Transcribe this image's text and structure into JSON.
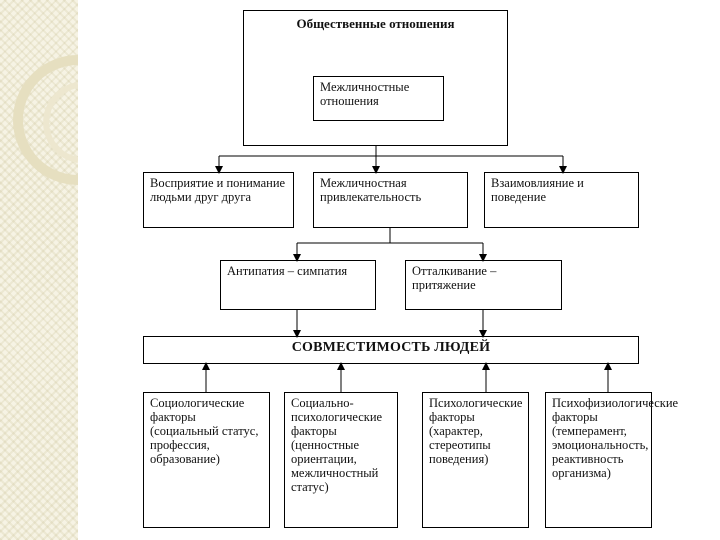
{
  "diagram": {
    "title": "Общественные отношения",
    "interpersonal": "Межличностные отношения",
    "level2": [
      "Восприятие и понимание людьми друг друга",
      "Межличностная привлекательность",
      "Взаимовлияние и поведение"
    ],
    "level3": [
      "Антипатия – симпатия",
      "Отталкивание – притяжение"
    ],
    "compatibility": "СОВМЕСТИМОСТЬ ЛЮДЕЙ",
    "factors": [
      "Социологические факторы (социальный статус, профессия, образование)",
      "Социально-психологические факторы (ценностные ориентации, межличностный статус)",
      "Психологические факторы (характер, стереотипы поведения)",
      "Психофизиологические факторы (темперамент, эмоциональность, реактивность организма)"
    ]
  }
}
